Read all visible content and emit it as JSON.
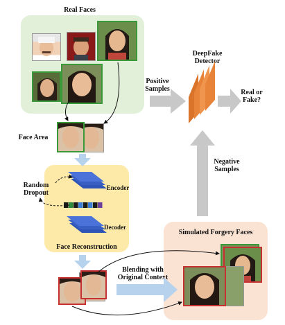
{
  "labels": {
    "real_faces": "Real Faces",
    "face_area": "Face Area",
    "random_dropout": "Random\nDropout",
    "encoder": "Encoder",
    "decoder": "Decoder",
    "face_reconstruction": "Face Reconstruction",
    "blending": "Blending with\nOriginal Context",
    "simulated_forgery": "Simulated Forgery Faces",
    "positive_samples": "Positive\nSamples",
    "negative_samples": "Negative\nSamples",
    "deepfake_detector": "DeepFake\nDetector",
    "real_or_fake": "Real or\nFake?"
  },
  "colors": {
    "real_panel": "#e2f0d9",
    "recon_panel": "#fde9a8",
    "forgery_panel": "#fbe3d4",
    "detector": "#e8833a",
    "encoder": "#3a5fc4",
    "gray_arrow": "#c8c8c8",
    "blue_arrow": "#b7d2ec",
    "real_border": "#3a9a3a",
    "fake_border": "#c73030"
  },
  "latent_code_colors": [
    "#1a1a1a",
    "#2b8a3e",
    "#1a1a1a",
    "#3a7bd5",
    "#1a1a1a",
    "#3a7bd5",
    "#1a1a1a",
    "#6a3fa0"
  ]
}
